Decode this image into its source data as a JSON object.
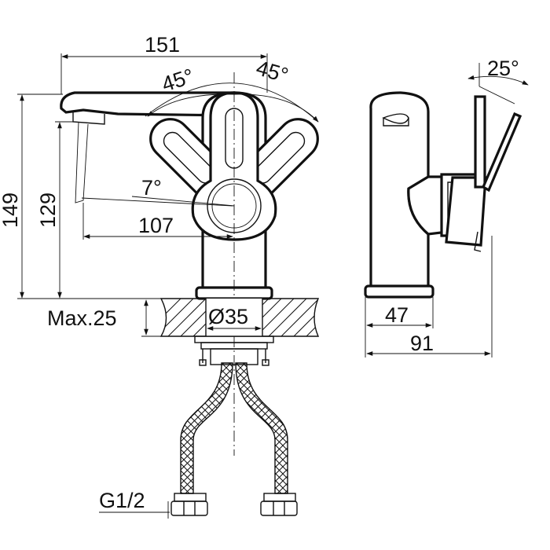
{
  "dimensions": {
    "width_top": "151",
    "angle_left": "45°",
    "angle_right": "45°",
    "angle_spout": "7°",
    "spout_length": "107",
    "height_total": "149",
    "height_spout": "129",
    "max_deck": "Max.25",
    "hole_diameter": "Ø35",
    "thread": "G1/2",
    "side_angle": "25°",
    "side_body": "47",
    "side_total": "91"
  },
  "colors": {
    "line": "#111111",
    "background": "#ffffff"
  }
}
